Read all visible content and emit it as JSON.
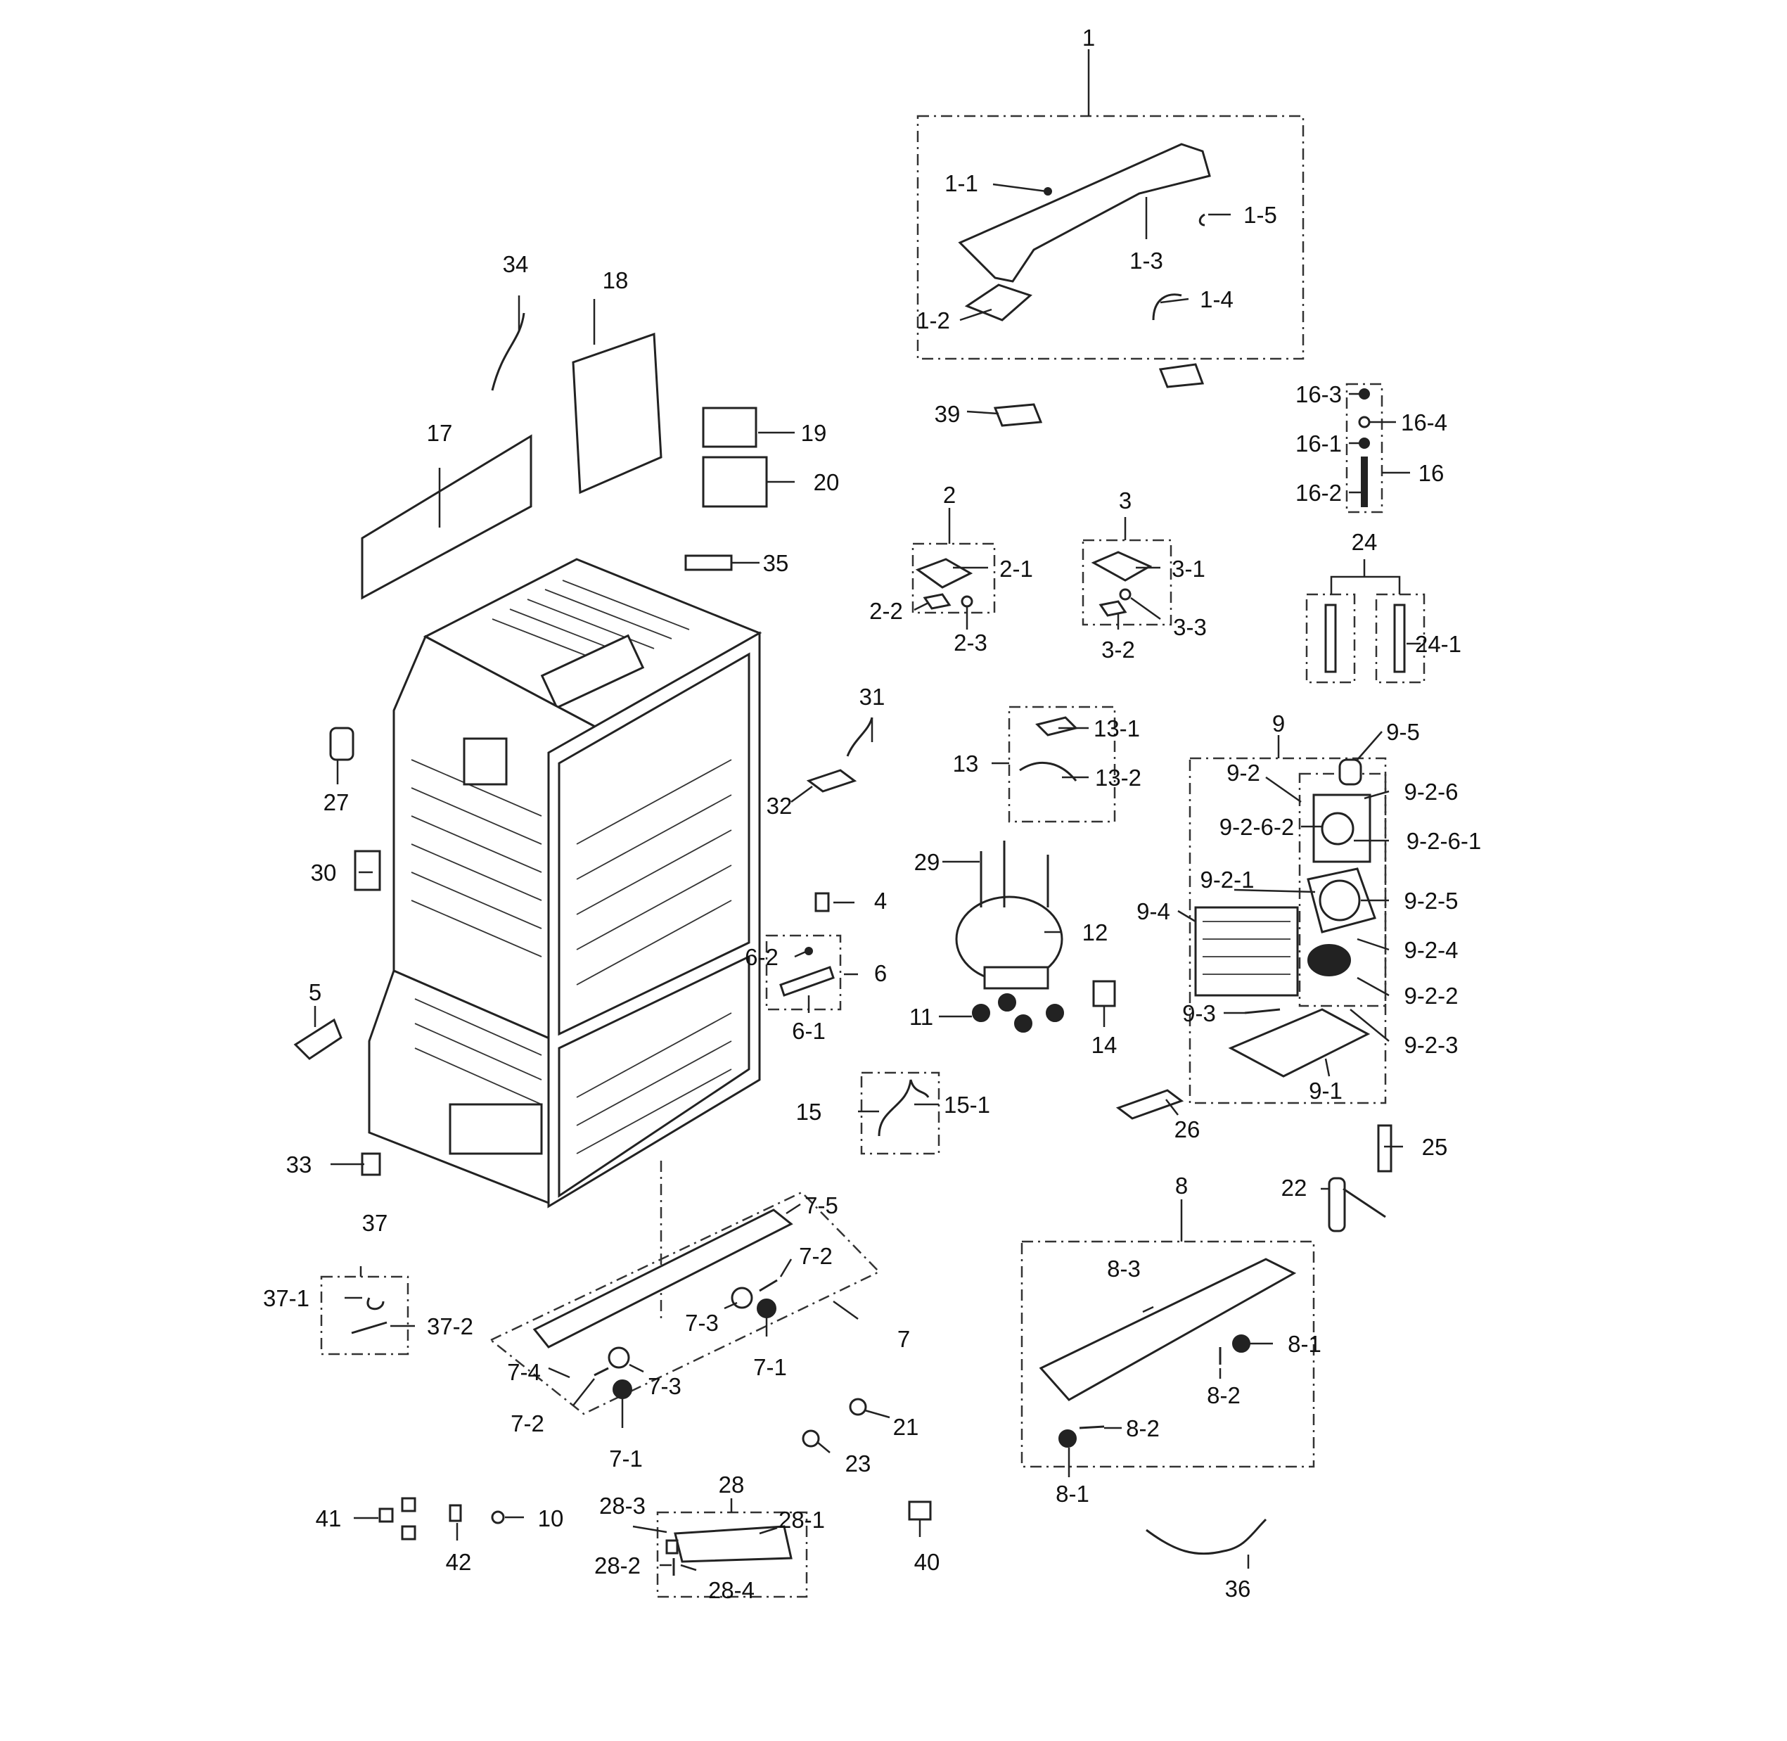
{
  "diagram": {
    "callouts": [
      {
        "id": "c1",
        "text": "1"
      },
      {
        "id": "c1-1",
        "text": "1-1"
      },
      {
        "id": "c1-2",
        "text": "1-2"
      },
      {
        "id": "c1-3",
        "text": "1-3"
      },
      {
        "id": "c1-4",
        "text": "1-4"
      },
      {
        "id": "c1-5",
        "text": "1-5"
      },
      {
        "id": "c2",
        "text": "2"
      },
      {
        "id": "c2-1",
        "text": "2-1"
      },
      {
        "id": "c2-2",
        "text": "2-2"
      },
      {
        "id": "c2-3",
        "text": "2-3"
      },
      {
        "id": "c3",
        "text": "3"
      },
      {
        "id": "c3-1",
        "text": "3-1"
      },
      {
        "id": "c3-2",
        "text": "3-2"
      },
      {
        "id": "c3-3",
        "text": "3-3"
      },
      {
        "id": "c4",
        "text": "4"
      },
      {
        "id": "c5",
        "text": "5"
      },
      {
        "id": "c6",
        "text": "6"
      },
      {
        "id": "c6-1",
        "text": "6-1"
      },
      {
        "id": "c6-2",
        "text": "6-2"
      },
      {
        "id": "c7",
        "text": "7"
      },
      {
        "id": "c7-1a",
        "text": "7-1"
      },
      {
        "id": "c7-1b",
        "text": "7-1"
      },
      {
        "id": "c7-2a",
        "text": "7-2"
      },
      {
        "id": "c7-2b",
        "text": "7-2"
      },
      {
        "id": "c7-3a",
        "text": "7-3"
      },
      {
        "id": "c7-3b",
        "text": "7-3"
      },
      {
        "id": "c7-4",
        "text": "7-4"
      },
      {
        "id": "c7-5",
        "text": "7-5"
      },
      {
        "id": "c8",
        "text": "8"
      },
      {
        "id": "c8-1a",
        "text": "8-1"
      },
      {
        "id": "c8-1b",
        "text": "8-1"
      },
      {
        "id": "c8-2a",
        "text": "8-2"
      },
      {
        "id": "c8-2b",
        "text": "8-2"
      },
      {
        "id": "c8-3",
        "text": "8-3"
      },
      {
        "id": "c9",
        "text": "9"
      },
      {
        "id": "c9-1",
        "text": "9-1"
      },
      {
        "id": "c9-2",
        "text": "9-2"
      },
      {
        "id": "c9-2-1",
        "text": "9-2-1"
      },
      {
        "id": "c9-2-2",
        "text": "9-2-2"
      },
      {
        "id": "c9-2-3",
        "text": "9-2-3"
      },
      {
        "id": "c9-2-4",
        "text": "9-2-4"
      },
      {
        "id": "c9-2-5",
        "text": "9-2-5"
      },
      {
        "id": "c9-2-6",
        "text": "9-2-6"
      },
      {
        "id": "c9-2-6-1",
        "text": "9-2-6-1"
      },
      {
        "id": "c9-2-6-2",
        "text": "9-2-6-2"
      },
      {
        "id": "c9-3",
        "text": "9-3"
      },
      {
        "id": "c9-4",
        "text": "9-4"
      },
      {
        "id": "c9-5",
        "text": "9-5"
      },
      {
        "id": "c10",
        "text": "10"
      },
      {
        "id": "c11",
        "text": "11"
      },
      {
        "id": "c12",
        "text": "12"
      },
      {
        "id": "c13",
        "text": "13"
      },
      {
        "id": "c13-1",
        "text": "13-1"
      },
      {
        "id": "c13-2",
        "text": "13-2"
      },
      {
        "id": "c14",
        "text": "14"
      },
      {
        "id": "c15",
        "text": "15"
      },
      {
        "id": "c15-1",
        "text": "15-1"
      },
      {
        "id": "c16",
        "text": "16"
      },
      {
        "id": "c16-1",
        "text": "16-1"
      },
      {
        "id": "c16-2",
        "text": "16-2"
      },
      {
        "id": "c16-3",
        "text": "16-3"
      },
      {
        "id": "c16-4",
        "text": "16-4"
      },
      {
        "id": "c17",
        "text": "17"
      },
      {
        "id": "c18",
        "text": "18"
      },
      {
        "id": "c19",
        "text": "19"
      },
      {
        "id": "c20",
        "text": "20"
      },
      {
        "id": "c21",
        "text": "21"
      },
      {
        "id": "c22",
        "text": "22"
      },
      {
        "id": "c23",
        "text": "23"
      },
      {
        "id": "c24",
        "text": "24"
      },
      {
        "id": "c24-1",
        "text": "24-1"
      },
      {
        "id": "c25",
        "text": "25"
      },
      {
        "id": "c26",
        "text": "26"
      },
      {
        "id": "c27",
        "text": "27"
      },
      {
        "id": "c28",
        "text": "28"
      },
      {
        "id": "c28-1",
        "text": "28-1"
      },
      {
        "id": "c28-2",
        "text": "28-2"
      },
      {
        "id": "c28-3",
        "text": "28-3"
      },
      {
        "id": "c28-4",
        "text": "28-4"
      },
      {
        "id": "c29",
        "text": "29"
      },
      {
        "id": "c30",
        "text": "30"
      },
      {
        "id": "c31",
        "text": "31"
      },
      {
        "id": "c32",
        "text": "32"
      },
      {
        "id": "c33",
        "text": "33"
      },
      {
        "id": "c34",
        "text": "34"
      },
      {
        "id": "c35",
        "text": "35"
      },
      {
        "id": "c36",
        "text": "36"
      },
      {
        "id": "c37",
        "text": "37"
      },
      {
        "id": "c37-1",
        "text": "37-1"
      },
      {
        "id": "c37-2",
        "text": "37-2"
      },
      {
        "id": "c39",
        "text": "39"
      },
      {
        "id": "c40",
        "text": "40"
      },
      {
        "id": "c41",
        "text": "41"
      },
      {
        "id": "c42",
        "text": "42"
      }
    ]
  }
}
